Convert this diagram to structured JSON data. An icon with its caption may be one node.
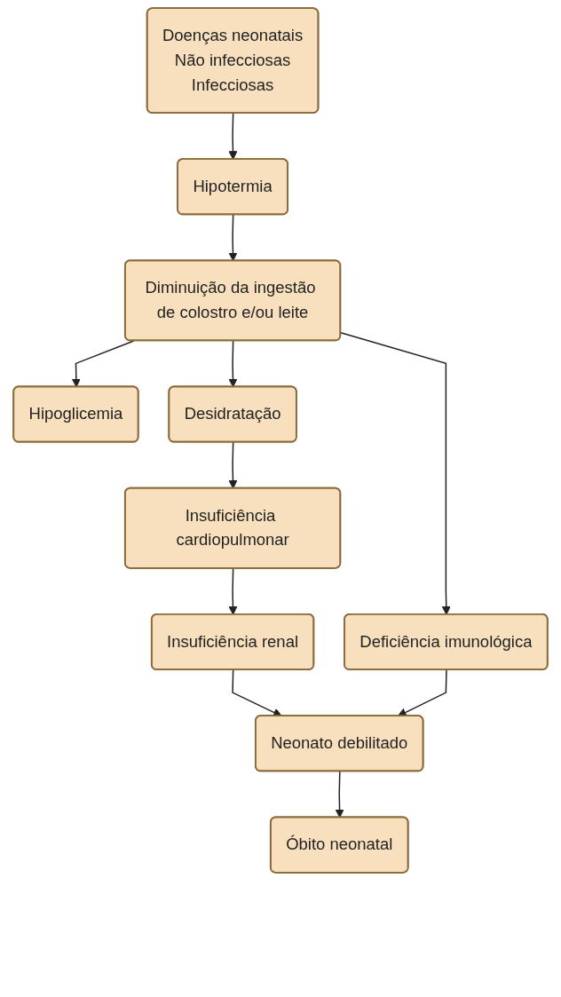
{
  "diagram": {
    "nodes": [
      {
        "text": [
          "Doenças neonatais",
          "Não infecciosas",
          "Infecciosas"
        ]
      },
      {
        "text": [
          "Hipotermia"
        ]
      },
      {
        "text": [
          "Diminuição da ingestão de colostro e/ou leite"
        ]
      },
      {
        "text": [
          "Deficiência imunológica"
        ]
      },
      {
        "text": [
          "Hipoglicemia"
        ]
      },
      {
        "text": [
          "Desidratação"
        ]
      },
      {
        "text": [
          "Insuficiência cardiopulmonar"
        ]
      },
      {
        "text": [
          "Insuficiência renal"
        ]
      },
      {
        "text": [
          "Neonato debilitado"
        ]
      },
      {
        "text": [
          "Óbito neonatal"
        ]
      }
    ],
    "edges": [
      {
        "from": 0,
        "to": 1,
        "arrow": "to"
      },
      {
        "from": 1,
        "to": 2,
        "arrow": "to"
      },
      {
        "from": 2,
        "to": 3,
        "arrow": "to"
      },
      {
        "from": 2,
        "to": 4,
        "arrow": "to"
      },
      {
        "from": 2,
        "to": 5,
        "arrow": "to"
      },
      {
        "from": 5,
        "to": 6,
        "arrow": "to"
      },
      {
        "from": 6,
        "to": 7,
        "arrow": "to"
      },
      {
        "from": 7,
        "to": 8,
        "arrow": "to"
      },
      {
        "from": 3,
        "to": 8,
        "arrow": "to"
      },
      {
        "from": 8,
        "to": 9,
        "arrow": "to"
      }
    ]
  }
}
